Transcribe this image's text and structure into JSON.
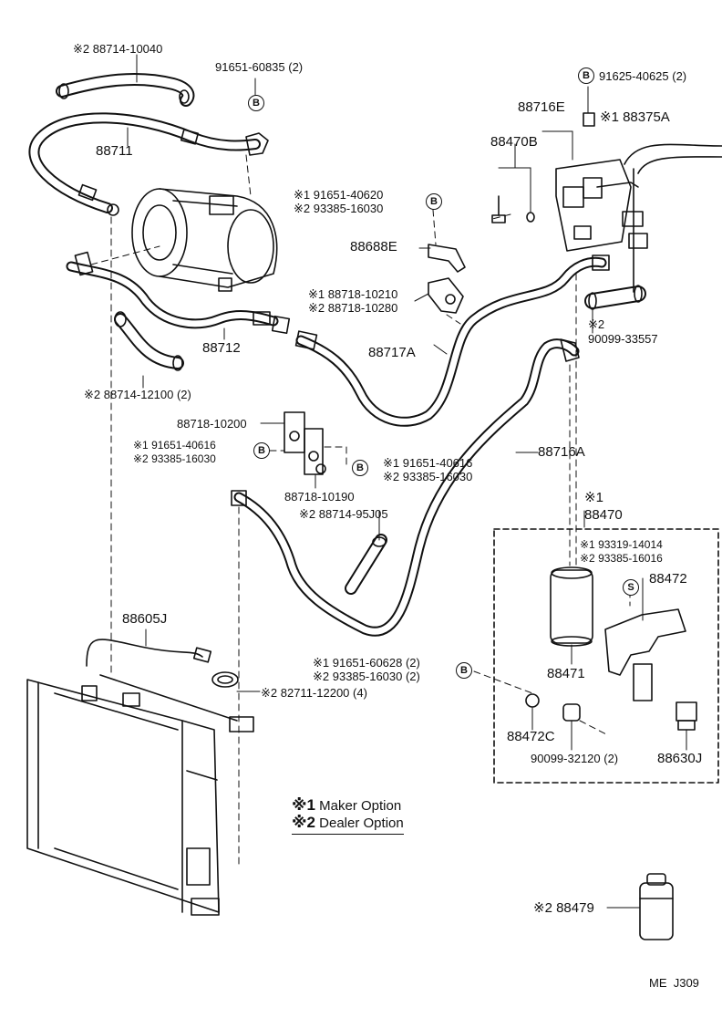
{
  "legend": {
    "maker": {
      "mark": "※1",
      "text": "Maker Option"
    },
    "dealer": {
      "mark": "※2",
      "text": "Dealer Option"
    }
  },
  "markers": {
    "bolt": "B",
    "screw": "S"
  },
  "reference_code": "ME  J309",
  "labels": {
    "l01": "※2 88714-10040",
    "l02": "91651-60835 (2)",
    "l03": "91625-40625 (2)",
    "l04": "88716E",
    "l05": "※1 88375A",
    "l06": "88711",
    "l07": "88470B",
    "l08a": "※1 91651-40620",
    "l08b": "※2 93385-16030",
    "l09": "88688E",
    "l10a": "※1 88718-10210",
    "l10b": "※2 88718-10280",
    "l11a": "※2",
    "l11b": "90099-33557",
    "l12": "88712",
    "l13": "88717A",
    "l14": "※2 88714-12100 (2)",
    "l15": "88718-10200",
    "l16a": "※1 91651-40616",
    "l16b": "※2 93385-16030",
    "l17a": "※1 91651-40616",
    "l17b": "※2 93385-16030",
    "l18": "88716A",
    "l19": "88718-10190",
    "l20": "※2 88714-95J05",
    "l21a": "※1",
    "l21b": "88470",
    "l22a": "※1 93319-14014",
    "l22b": "※2 93385-16016",
    "l23": "88472",
    "l24": "88605J",
    "l25a": "※1 91651-60628 (2)",
    "l25b": "※2 93385-16030 (2)",
    "l26": "88471",
    "l27": "※2 82711-12200 (4)",
    "l28": "88472C",
    "l29": "90099-32120 (2)",
    "l30": "88630J",
    "l31": "※2 88479"
  }
}
